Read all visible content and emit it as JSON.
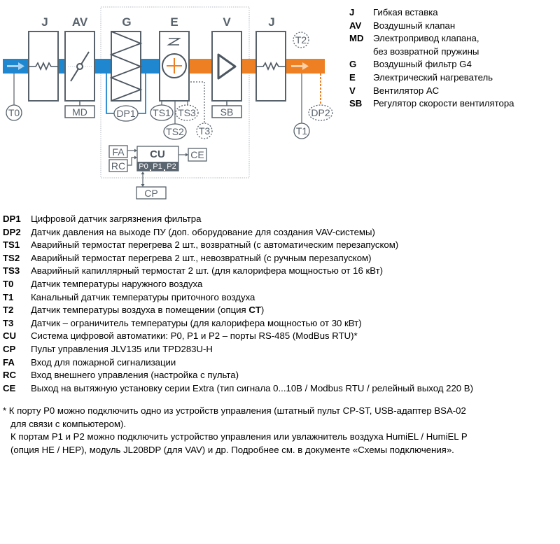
{
  "diagram": {
    "colors": {
      "cold_duct": "#1f87d0",
      "warm_duct": "#ee7f22",
      "arrow": "#a9d3f2",
      "arrow_warm": "#fbd0a6",
      "outline": "#58626b",
      "dashed_boundary": "#a9b1b8",
      "port_fill": "#5b6670"
    },
    "components": [
      {
        "code": "J",
        "kind": "flexible-connector"
      },
      {
        "code": "AV",
        "kind": "air-damper"
      },
      {
        "code": "G",
        "kind": "filter"
      },
      {
        "code": "E",
        "kind": "electric-heater"
      },
      {
        "code": "V",
        "kind": "fan"
      },
      {
        "code": "J",
        "kind": "flexible-connector"
      }
    ],
    "boxes": {
      "md": "MD",
      "sb": "SB",
      "fa": "FA",
      "rc": "RC",
      "ce": "CE",
      "cp": "CP",
      "cu": "CU"
    },
    "ports": [
      "P0",
      "P1",
      "P2"
    ],
    "sensors": {
      "t0": "T0",
      "dp1": "DP1",
      "ts1": "TS1",
      "ts2": "TS2",
      "ts3": "TS3",
      "t3": "T3",
      "t1": "T1",
      "t2": "T2",
      "dp2": "DP2"
    }
  },
  "legend_top": [
    {
      "code": "J",
      "desc": "Гибкая вставка"
    },
    {
      "code": "AV",
      "desc": "Воздушный клапан"
    },
    {
      "code": "MD",
      "desc": "Электропривод клапана,"
    },
    {
      "code": "",
      "desc": "без возвратной пружины"
    },
    {
      "code": "G",
      "desc": "Воздушный фильтр G4"
    },
    {
      "code": "E",
      "desc": "Электрический нагреватель"
    },
    {
      "code": "V",
      "desc": "Вентилятор AC"
    },
    {
      "code": "SB",
      "desc": "Регулятор скорости вентилятора"
    }
  ],
  "legend_bottom": [
    {
      "code": "DP1",
      "desc": "Цифровой датчик загрязнения фильтра"
    },
    {
      "code": "DP2",
      "desc": "Датчик давления на выходе ПУ (доп. оборудование для создания VAV-системы)"
    },
    {
      "code": "TS1",
      "desc": "Аварийный термостат перегрева 2 шт., возвратный (с автоматическим перезапуском)"
    },
    {
      "code": "TS2",
      "desc": "Аварийный термостат перегрева 2 шт., невозвратный (с ручным перезапуском)"
    },
    {
      "code": "TS3",
      "desc": "Аварийный капиллярный термостат 2 шт. (для калорифера мощностью от 16 кВт)"
    },
    {
      "code": "T0",
      "desc": "Датчик температуры наружного воздуха"
    },
    {
      "code": "T1",
      "desc": "Канальный датчик температуры приточного воздуха"
    },
    {
      "code": "T2",
      "desc": "Датчик температуры воздуха в помещении (опция ",
      "desc_bold": "CT",
      "desc_tail": ")"
    },
    {
      "code": "T3",
      "desc": "Датчик – ограничитель температуры (для калорифера мощностью от 30 кВт)"
    },
    {
      "code": "CU",
      "desc": "Система цифровой автоматики: P0, P1 и P2 – порты RS-485 (ModBus RTU)*"
    },
    {
      "code": "CP",
      "desc": "Пульт управления JLV135 или TPD283U-H"
    },
    {
      "code": "FA",
      "desc": "Вход для пожарной сигнализации"
    },
    {
      "code": "RC",
      "desc": "Вход внешнего управления (настройка с пульта)"
    },
    {
      "code": "CE",
      "desc": "Выход на вытяжную установку серии Extra (тип сигнала 0...10В / Modbus RTU / релейный выход 220 В)"
    }
  ],
  "footnote": [
    "* К порту P0 можно подключить одно из устройств управления (штатный пульт CP-ST, USB-адаптер BSA-02",
    "для связи с компьютером).",
    "К портам P1 и P2 можно подключить устройство управления или увлажнитель воздуха HumiEL /  HumiEL P",
    "(опция HE / HEP), модуль JL208DP (для VAV) и др. Подробнее см. в документе «Схемы подключения»."
  ]
}
